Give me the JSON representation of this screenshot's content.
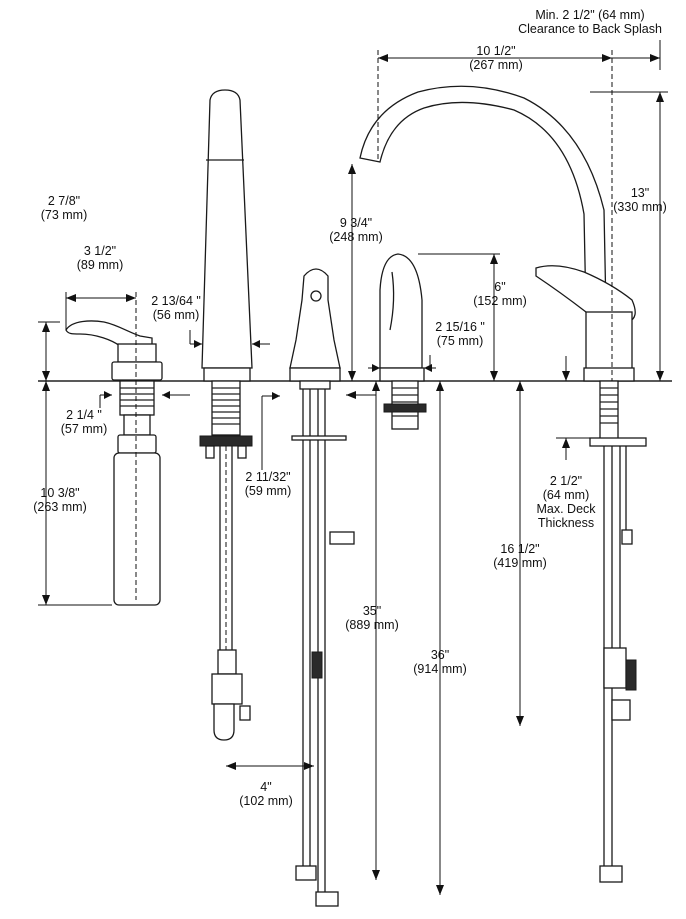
{
  "dimensions": {
    "clearance": {
      "line1": "Min. 2 1/2\" (64 mm)",
      "line2": "Clearance to Back Splash"
    },
    "spout_reach": {
      "line1": "10 1/2\"",
      "line2": "(267 mm)"
    },
    "spout_height": {
      "line1": "13\"",
      "line2": "(330 mm)"
    },
    "aerator_height": {
      "line1": "9 3/4\"",
      "line2": "(248 mm)"
    },
    "handle_height": {
      "line1": "6\"",
      "line2": "(152 mm)"
    },
    "handle_width": {
      "line1": "2 15/16 \"",
      "line2": "(75 mm)"
    },
    "spray_width": {
      "line1": "2 13/64 \"",
      "line2": "(56 mm)"
    },
    "soap_height": {
      "line1": "2 7/8\"",
      "line2": "(73 mm)"
    },
    "soap_reach": {
      "line1": "3 1/2\"",
      "line2": "(89 mm)"
    },
    "soap_base": {
      "line1": "2 1/4 \"",
      "line2": "(57 mm)"
    },
    "soap_depth": {
      "line1": "10 3/8\"",
      "line2": "(263 mm)"
    },
    "spray_base": {
      "line1": "2 11/32\"",
      "line2": "(59 mm)"
    },
    "spray_hose_offset": {
      "line1": "4\"",
      "line2": "(102 mm)"
    },
    "supply_35": {
      "line1": "35\"",
      "line2": "(889 mm)"
    },
    "supply_36": {
      "line1": "36\"",
      "line2": "(914 mm)"
    },
    "under_deck": {
      "line1": "16 1/2\"",
      "line2": "(419 mm)"
    },
    "deck_thickness": {
      "line1": "2 1/2\"",
      "line2": "(64 mm)",
      "line3": "Max. Deck",
      "line4": "Thickness"
    }
  },
  "colors": {
    "line": "#1a1a1a",
    "background": "#ffffff"
  }
}
